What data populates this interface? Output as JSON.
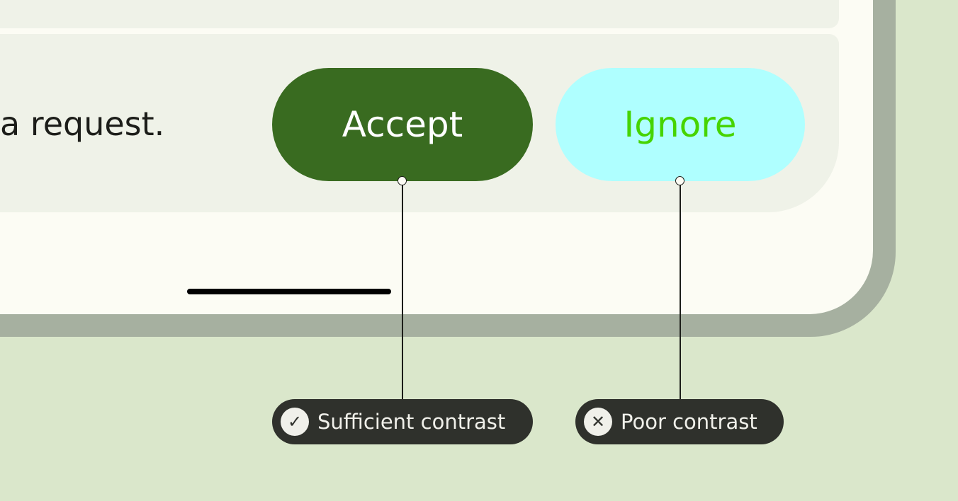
{
  "message": "a request.",
  "buttons": {
    "accept": "Accept",
    "ignore": "Ignore"
  },
  "annotations": {
    "good": {
      "label": "Sufficient contrast",
      "icon": "check-icon"
    },
    "bad": {
      "label": "Poor contrast",
      "icon": "close-icon"
    }
  },
  "colors": {
    "accept_bg": "#396b20",
    "accept_text": "#ffffff",
    "ignore_bg": "#afffff",
    "ignore_text": "#46d400"
  }
}
